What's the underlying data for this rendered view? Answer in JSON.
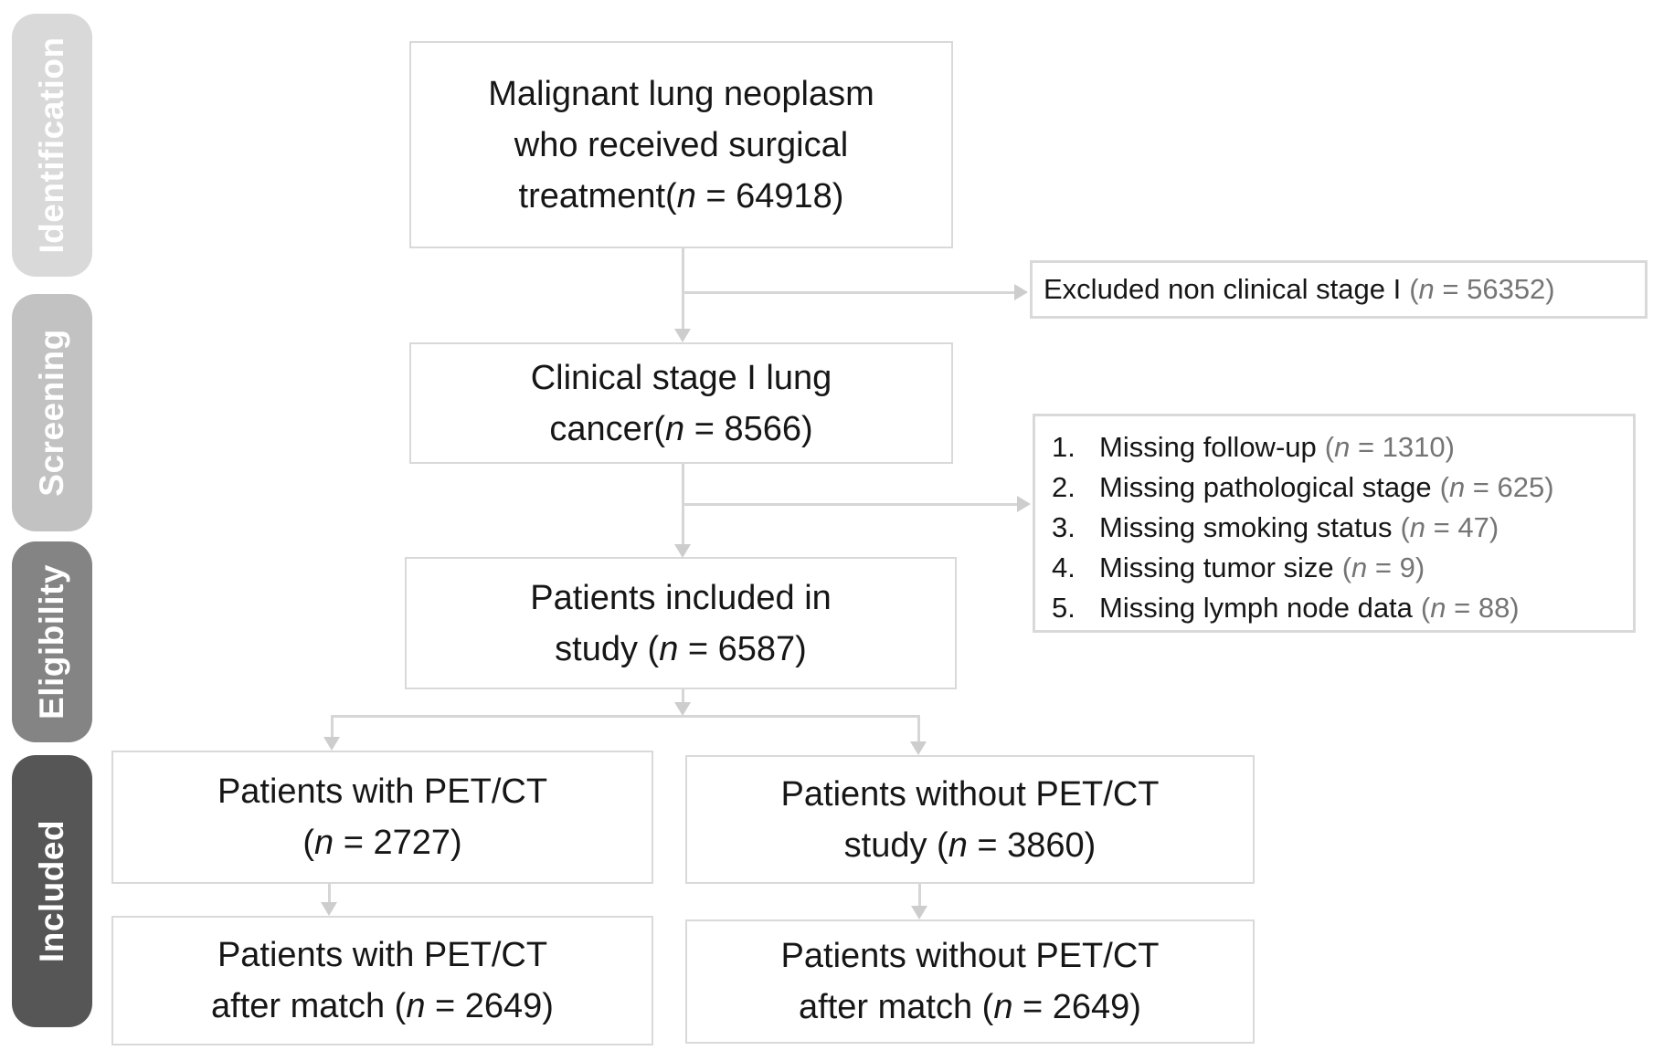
{
  "diagram": {
    "stages": [
      {
        "id": "identification",
        "label": "Identification",
        "color": "#d9d9d9"
      },
      {
        "id": "screening",
        "label": "Screening",
        "color": "#c2c2c2"
      },
      {
        "id": "eligibility",
        "label": "Eligibility",
        "color": "#848484"
      },
      {
        "id": "included",
        "label": "Included",
        "color": "#565656"
      }
    ],
    "boxes": {
      "malignant": {
        "text": "Malignant lung neoplasm\nwho received surgical\ntreatment(n = 64918)"
      },
      "clinical_stage": {
        "text": "Clinical stage I lung\ncancer(n = 8566)"
      },
      "included_study": {
        "text": "Patients included in\nstudy (n = 6587)"
      },
      "with_petct": {
        "text": "Patients with PET/CT\n(n = 2727)"
      },
      "without_petct": {
        "text": "Patients without PET/CT\nstudy (n = 3860)"
      },
      "with_petct_matched": {
        "text": "Patients with PET/CT\nafter match (n = 2649)"
      },
      "without_petct_matched": {
        "text": "Patients without PET/CT\nafter match (n = 2649)"
      }
    },
    "excluded": {
      "text": "Excluded non clinical stage I",
      "n": "(n = 56352)"
    },
    "exclusions": {
      "items": [
        {
          "num": "1.",
          "text": "Missing follow-up",
          "n": "(n = 1310)"
        },
        {
          "num": "2.",
          "text": "Missing pathological stage",
          "n": "(n = 625)"
        },
        {
          "num": "3.",
          "text": "Missing smoking status",
          "n": "(n = 47)"
        },
        {
          "num": "4.",
          "text": "Missing tumor size",
          "n": "(n = 9)"
        },
        {
          "num": "5.",
          "text": "Missing lymph node data",
          "n": "(n = 88)"
        }
      ]
    },
    "colors": {
      "box_border": "#d9d9d9",
      "connector": "#d6d6d6",
      "arrowhead": "#cdcdcd",
      "text": "#161616",
      "muted_n_text": "#757575",
      "stage_text": "#ffffff"
    }
  }
}
